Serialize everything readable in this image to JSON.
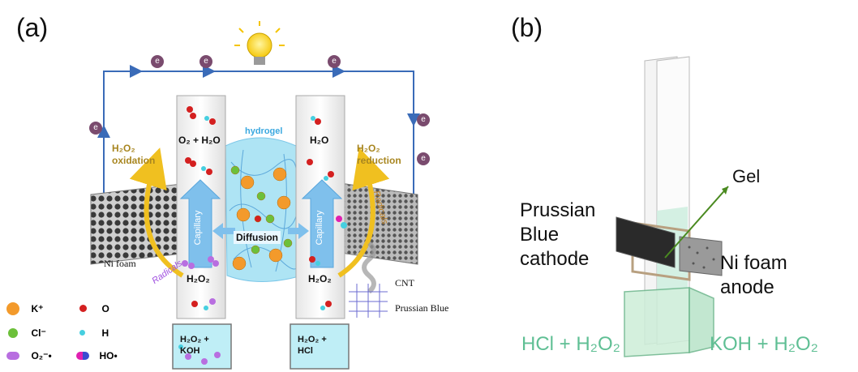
{
  "panels": [
    {
      "id": "a",
      "label": "(a)"
    },
    {
      "id": "b",
      "label": "(b)"
    }
  ],
  "panel_a": {
    "electron": "e",
    "left_reaction": {
      "line1": "H₂O₂",
      "line2": "oxidation"
    },
    "right_reaction": {
      "line1": "H₂O₂",
      "line2": "reduction"
    },
    "left_top_products": "O₂ +  H₂O",
    "right_top_products": "H₂O",
    "hydrogel": "hydrogel",
    "capillary": "Capillary",
    "diffusion": "Diffusion",
    "radicals": "Radicals",
    "ni_foam": "Ni foam",
    "left_bottom": "H₂O₂",
    "right_bottom": "H₂O₂",
    "cnt": "CNT",
    "prussian_blue": "Prussian Blue",
    "left_beaker": {
      "line1": "H₂O₂ +",
      "line2": "KOH"
    },
    "right_beaker": {
      "line1": "H₂O₂ +",
      "line2": "HCl"
    },
    "legend": [
      {
        "symbol": "K⁺",
        "color": "#f39a2b"
      },
      {
        "symbol": "O",
        "color": "#d42020"
      },
      {
        "symbol": "Cl⁻",
        "color": "#6cc03a"
      },
      {
        "symbol": "H",
        "color": "#46cfe0"
      },
      {
        "symbol": "O₂⁻•",
        "color": "#b86ee0"
      },
      {
        "symbol": "HO•",
        "color": "#e020b0"
      }
    ]
  },
  "panel_b": {
    "gel": "Gel",
    "cathode": {
      "line1": "Prussian",
      "line2": "Blue",
      "line3": "cathode"
    },
    "anode": {
      "line1": "Ni foam",
      "line2": "anode"
    },
    "left_solution": "HCl + H₂O₂",
    "right_solution": "KOH + H₂O₂",
    "solution_color": "#5fbf94"
  }
}
